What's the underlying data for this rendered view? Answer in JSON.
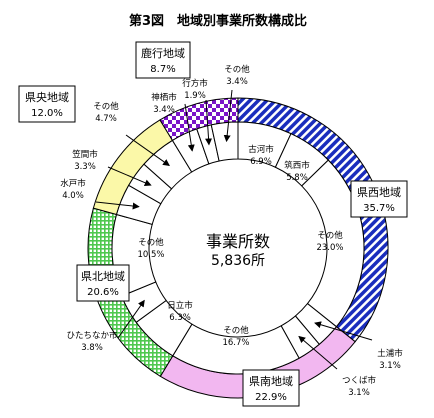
{
  "chart_data": {
    "type": "pie",
    "title": "第3図　地域別事業所数構成比",
    "center": {
      "label": "事業所数",
      "value": "5,836所"
    },
    "regions": [
      {
        "name": "県西地域",
        "pct": "35.7%",
        "value": 35.7,
        "color": "#1a2dbd",
        "pattern": "diagonal"
      },
      {
        "name": "県南地域",
        "pct": "22.9%",
        "value": 22.9,
        "color": "#f2b7f0",
        "pattern": "solid"
      },
      {
        "name": "県北地域",
        "pct": "20.6%",
        "value": 20.6,
        "color": "#4fc84f",
        "pattern": "grid"
      },
      {
        "name": "県央地域",
        "pct": "12.0%",
        "value": 12.0,
        "color": "#fbf8a8",
        "pattern": "solid"
      },
      {
        "name": "鹿行地域",
        "pct": "8.7%",
        "value": 8.7,
        "color": "#7a14c8",
        "pattern": "checker"
      }
    ],
    "cities": [
      {
        "name": "古河市",
        "pct": "6.9%",
        "value": 6.9
      },
      {
        "name": "筑西市",
        "pct": "5.8%",
        "value": 5.8
      },
      {
        "name": "その他",
        "pct": "23.0%",
        "value": 23.0
      },
      {
        "name": "土浦市",
        "pct": "3.1%",
        "value": 3.1
      },
      {
        "name": "つくば市",
        "pct": "3.1%",
        "value": 3.1
      },
      {
        "name": "その他",
        "pct": "16.7%",
        "value": 16.7
      },
      {
        "name": "日立市",
        "pct": "6.3%",
        "value": 6.3
      },
      {
        "name": "ひたちなか市",
        "pct": "3.8%",
        "value": 3.8
      },
      {
        "name": "その他",
        "pct": "10.5%",
        "value": 10.5
      },
      {
        "name": "水戸市",
        "pct": "4.0%",
        "value": 4.0
      },
      {
        "name": "笠間市",
        "pct": "3.3%",
        "value": 3.3
      },
      {
        "name": "その他",
        "pct": "4.7%",
        "value": 4.7
      },
      {
        "name": "神栖市",
        "pct": "3.4%",
        "value": 3.4
      },
      {
        "name": "行方市",
        "pct": "1.9%",
        "value": 1.9
      },
      {
        "name": "その他",
        "pct": "3.4%",
        "value": 3.4
      }
    ]
  }
}
